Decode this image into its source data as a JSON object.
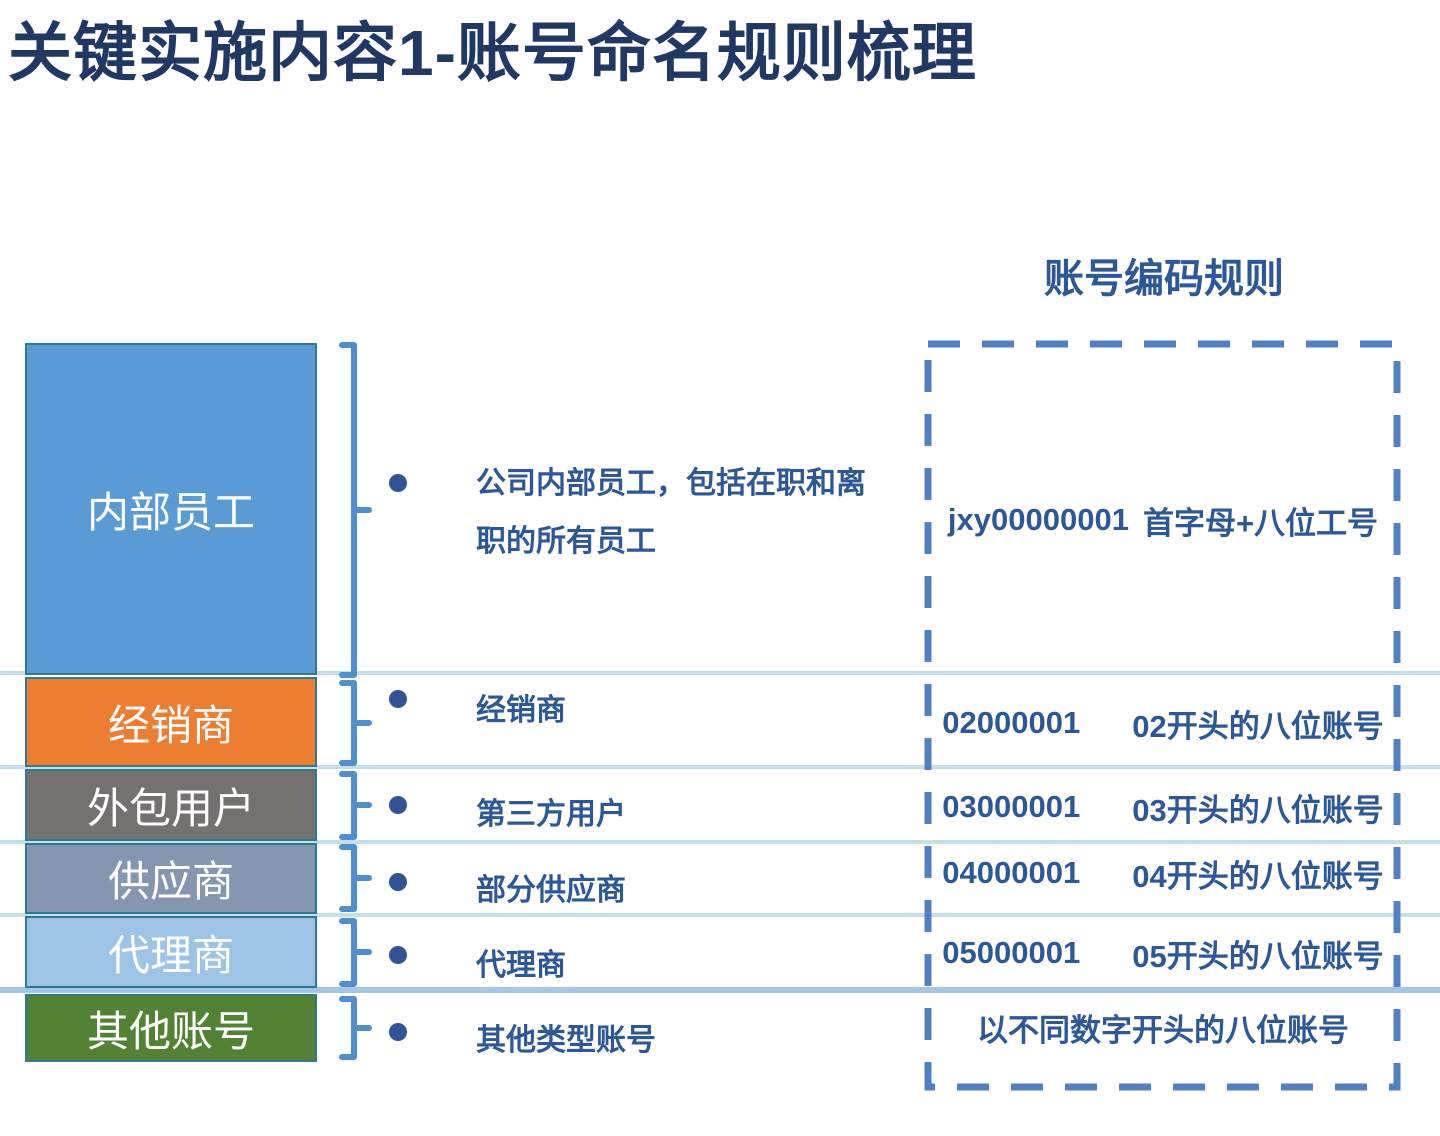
{
  "slide_title": "关键实施内容1-账号命名规则梳理",
  "right_panel_header": "账号编码规则",
  "rows": [
    {
      "category": "内部员工",
      "category_color": "#5B9BD5",
      "description": "公司内部员工，包括在职和离\n职的所有员工",
      "code": "jxy00000001",
      "code_rule": "首字母+八位工号"
    },
    {
      "category": "经销商",
      "category_color": "#ED7D31",
      "description": "经销商",
      "code": "02000001",
      "code_rule": "02开头的八位账号"
    },
    {
      "category": "外包用户",
      "category_color": "#767171",
      "description": "第三方用户",
      "code": "03000001",
      "code_rule": "03开头的八位账号"
    },
    {
      "category": "供应商",
      "category_color": "#8496B0",
      "description": "部分供应商",
      "code": "04000001",
      "code_rule": "04开头的八位账号"
    },
    {
      "category": "代理商",
      "category_color": "#9DC3E6",
      "description": "代理商",
      "code": "05000001",
      "code_rule": "05开头的八位账号"
    },
    {
      "category": "其他账号",
      "category_color": "#548235",
      "description": "其他类型账号",
      "code": "",
      "code_rule": "以不同数字开头的八位账号"
    }
  ],
  "colors": {
    "title_text": "#1F3864",
    "body_text": "#2C5899",
    "bullet": "#2F5597",
    "box_border": "#2C7B8E",
    "brace": "#4F8FD0",
    "dashed_border": "#5081C6",
    "separator_light": "#C3DFE9",
    "separator_strong": "#A4C7E7"
  }
}
